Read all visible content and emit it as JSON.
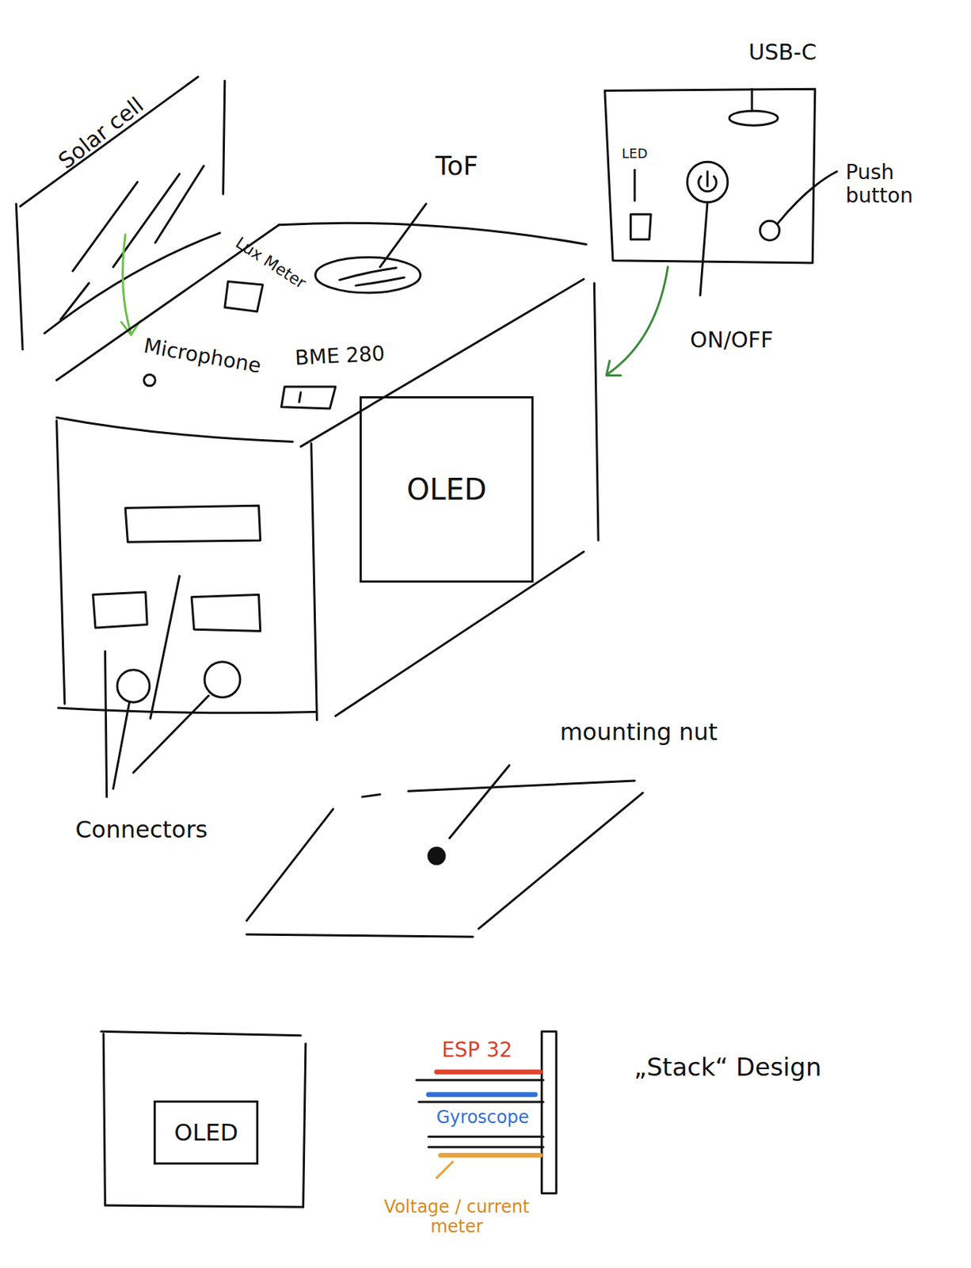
{
  "diagram": {
    "nodes": [
      {
        "text": [
          "OLED"
        ]
      },
      {
        "text": [
          "OLED"
        ]
      }
    ],
    "labels": [
      "Solar cell",
      "ToF",
      "Lux Meter",
      "Microphone",
      "BME 280",
      "USB-C",
      "LED",
      "Push button",
      "ON/OFF",
      "Connectors",
      "mounting nut",
      "ESP 32",
      "Gyroscope",
      "Voltage / current meter",
      "„Stack“ Design"
    ]
  }
}
